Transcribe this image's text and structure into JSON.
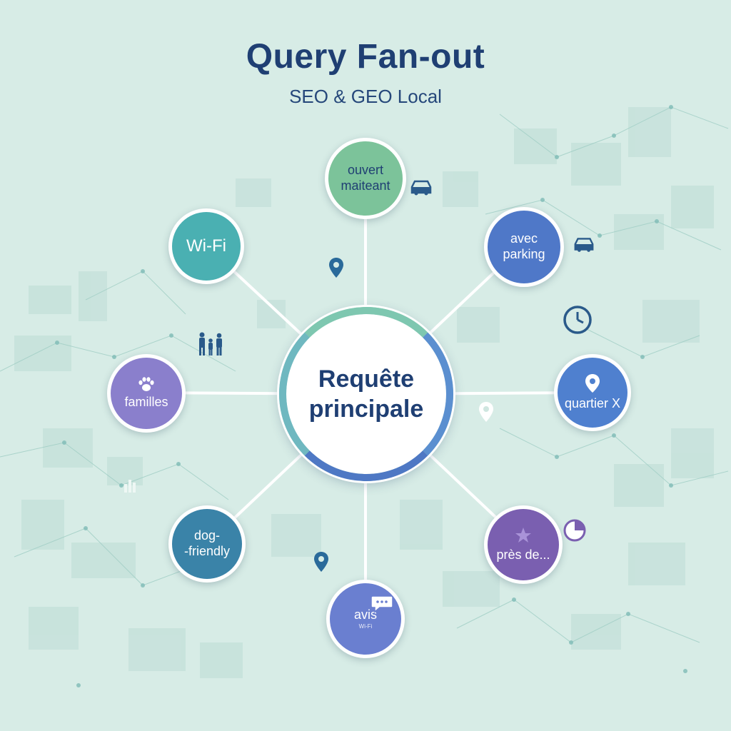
{
  "title": "Query Fan-out",
  "subtitle": "SEO & GEO Local",
  "center": {
    "label_line1": "Requête",
    "label_line2": "principale"
  },
  "nodes": {
    "ouvert": {
      "line1": "ouvert",
      "line2": "maiteant",
      "color": "#7cc39a"
    },
    "parking": {
      "line1": "avec",
      "line2": "parking",
      "color": "#4f78c8"
    },
    "quartier": {
      "label": "quartier X",
      "color": "#4f80cf"
    },
    "pres": {
      "label": "près de...",
      "color": "#7a5fb0"
    },
    "avis": {
      "label": "avis",
      "small": "Wi-Fi",
      "color": "#6a7fd0"
    },
    "dog": {
      "line1": "dog-",
      "line2": "-friendly",
      "color": "#3a83a8"
    },
    "familles": {
      "label": "familles",
      "color": "#8a7fcc"
    },
    "wifi": {
      "label": "Wi-Fi",
      "color": "#4ab0b2"
    }
  },
  "icons": {
    "car_top": "car-icon",
    "car_right": "car-icon",
    "clock": "clock-icon",
    "family": "family-icon",
    "pin": "location-pin-icon",
    "paw": "paw-icon",
    "star": "star-icon",
    "chat": "chat-bubble-icon",
    "pie": "pie-chart-icon"
  }
}
